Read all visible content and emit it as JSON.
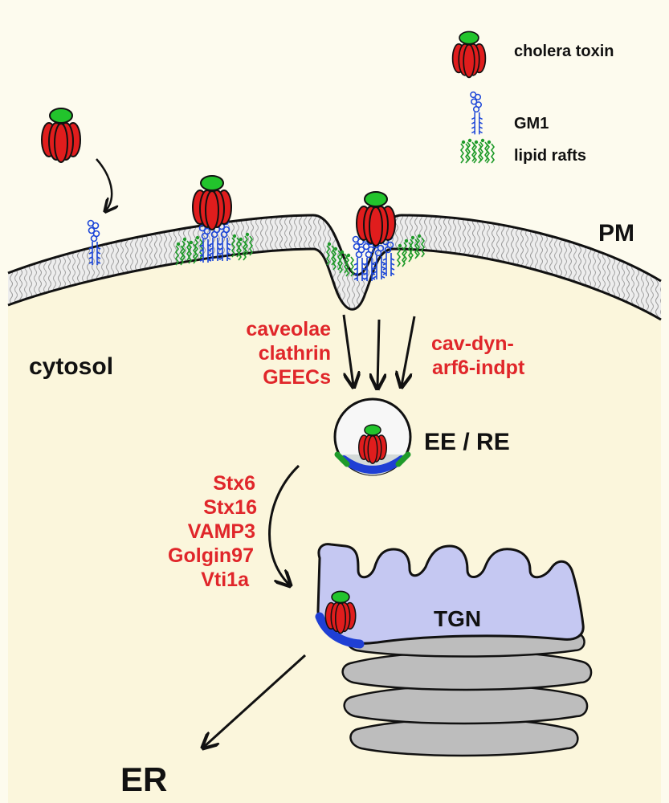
{
  "legend": {
    "toxin": "cholera toxin",
    "gm1": "GM1",
    "rafts": "lipid rafts"
  },
  "compartments": {
    "pm": "PM",
    "cytosol": "cytosol",
    "ee_re": "EE / RE",
    "tgn": "TGN",
    "er": "ER"
  },
  "endocytic_routes": {
    "left": [
      "caveolae",
      "clathrin",
      "GEECs"
    ],
    "right": [
      "cav-dyn-",
      "arf6-indpt"
    ]
  },
  "tgn_factors": [
    "Stx6",
    "Stx16",
    "VAMP3",
    "Golgin97",
    "Vti1a"
  ],
  "colors": {
    "label_red": "#e0262a",
    "toxin_red": "#e01d1d",
    "toxin_green": "#22c42c",
    "gm1_blue": "#1c46d8",
    "raft_green": "#1f9b2a",
    "cytosol": "#fbf6dc",
    "outside": "#fdfbee",
    "tgn_fill": "#c5c8f2",
    "golgi_grey": "#bdbdbd"
  }
}
